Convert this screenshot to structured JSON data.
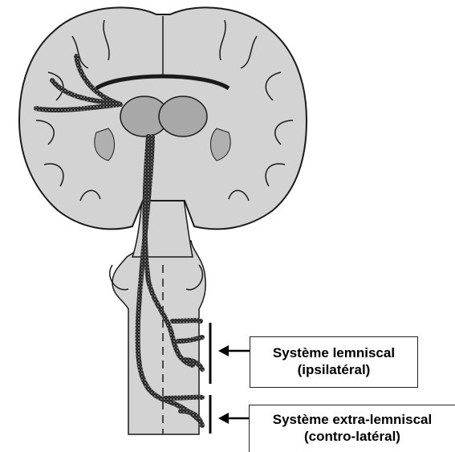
{
  "labels": {
    "lemniscal": {
      "line1": "Système lemniscal",
      "line2": "(ipsilatéral)"
    },
    "extra_lemniscal": {
      "line1": "Système extra-lemniscal",
      "line2": "(contro-latéral)"
    }
  },
  "colors": {
    "tissue": "#d3d3d3",
    "tissue_dark": "#9a9a9a",
    "outline": "#1a1a1a",
    "fiber": "#1f1f1f",
    "fiber_dots": "#cfcfcf"
  }
}
